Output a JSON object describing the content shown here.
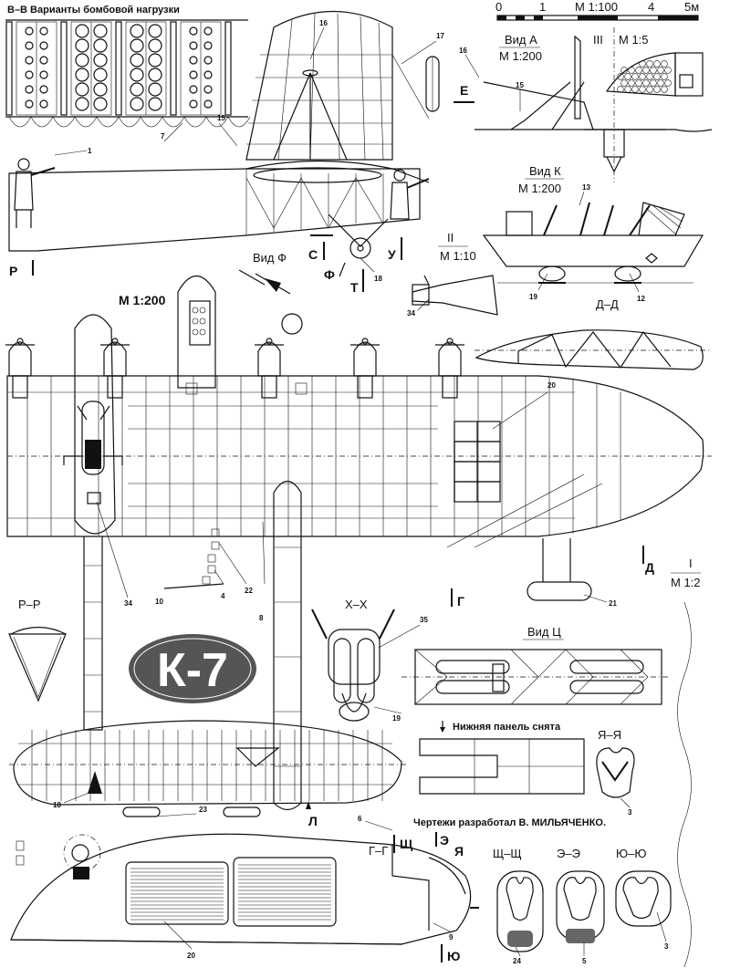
{
  "texts": {
    "bomb_title": "В–В  Варианты бомбовой нагрузки",
    "scale_0": "0",
    "scale_1": "1",
    "scale_main": "М 1:100",
    "scale_4": "4",
    "scale_5": "5м",
    "vid_a": "Вид А",
    "vid_a_scale": "М 1:200",
    "iii": "III",
    "iii_scale": "М 1:5",
    "e_mark": "Е",
    "vid_k": "Вид К",
    "vid_k_scale": "М 1:200",
    "p_mark": "Р",
    "s_mark": "С",
    "u_mark": "У",
    "f_mark": "Ф",
    "t_mark": "Т",
    "vid_f": "Вид Ф",
    "ii": "II",
    "ii_scale": "М 1:10",
    "m200": "М 1:200",
    "dd": "Д–Д",
    "d_mark": "Д",
    "g_mark": "Г",
    "i_roman": "I",
    "i_scale": "М 1:2",
    "pp": "Р–Р",
    "xx": "Х–Х",
    "vid_c": "Вид Ц",
    "k7": "К-7",
    "panel": "Нижняя панель снята",
    "yaya": "Я–Я",
    "author": "Чертежи разработал В. МИЛЬЯЧЕНКО.",
    "l_mark": "Л",
    "gg": "Г–Г",
    "sch": "Щ",
    "e2": "Э",
    "ya": "Я",
    "yu": "Ю",
    "sch_sch": "Щ–Щ",
    "ee": "Э–Э",
    "yuyu": "Ю–Ю"
  },
  "callouts": {
    "c1": "1",
    "c3a": "3",
    "c3b": "3",
    "c4": "4",
    "c5": "5",
    "c6": "6",
    "c7": "7",
    "c8": "8",
    "c9": "9",
    "c10": "10",
    "c12": "12",
    "c13": "13",
    "c15a": "15",
    "c15b": "15",
    "c16a": "16",
    "c16b": "16",
    "c17": "17",
    "c18a": "18",
    "c18b": "18",
    "c19a": "19",
    "c19b": "19",
    "c20a": "20",
    "c20b": "20",
    "c21": "21",
    "c22": "22",
    "c23": "23",
    "c24": "24",
    "c34a": "34",
    "c34b": "34",
    "c35": "35"
  }
}
